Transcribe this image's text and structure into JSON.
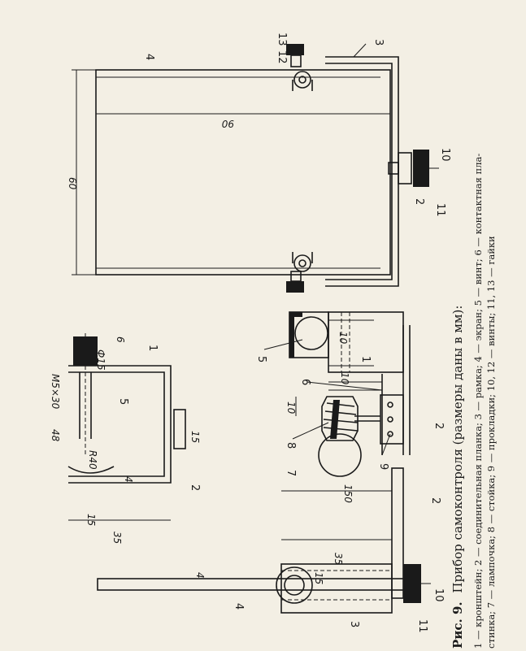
{
  "figure": {
    "title_bold": "Рис. 9.",
    "title_rest": "Прибор самоконтроля (размеры даны в мм):",
    "legend_line1": "1 — кронштейн; 2 — соединительная планка; 3 — рамка; 4 — экран; 5 — винт; 6 — контактная пла-",
    "legend_line2": "стинка; 7 — лампочка; 8 — стойка; 9 — прокладки; 10, 12 — винты; 11, 13 — гайки"
  },
  "part_labels": [
    "4",
    "13",
    "12",
    "3",
    "10",
    "2",
    "11",
    "5",
    "1",
    "6",
    "8",
    "7",
    "9",
    "2",
    "2",
    "1",
    "5",
    "2",
    "3",
    "4",
    "10",
    "11"
  ],
  "dimensions": [
    "60",
    "90",
    "10",
    "10",
    "10",
    "150",
    "35",
    "15",
    "4",
    "Ф15",
    "6",
    "М5×30",
    "48",
    "R40",
    "15",
    "4",
    "15",
    "35"
  ]
}
